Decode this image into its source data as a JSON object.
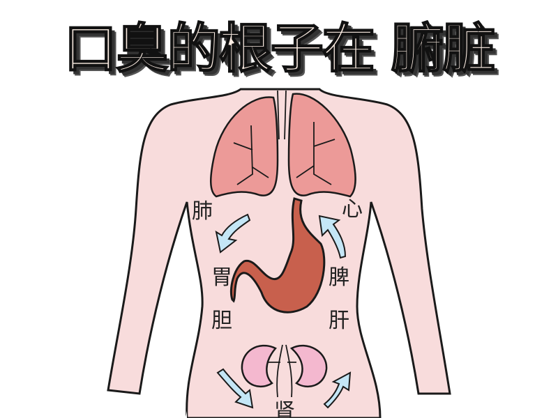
{
  "title": "口臭的根子在 腑脏",
  "labels": {
    "lung": "肺",
    "heart": "心",
    "stomach": "胃",
    "spleen": "脾",
    "gallbladder": "胆",
    "liver": "肝",
    "kidney": "肾"
  },
  "colors": {
    "skin": "#f8dcdc",
    "lung": "#ec9a98",
    "stomach": "#c8604d",
    "kidney": "#f4b8cf",
    "arrow": "#c4e6f6",
    "outline": "#1a1a1a"
  }
}
